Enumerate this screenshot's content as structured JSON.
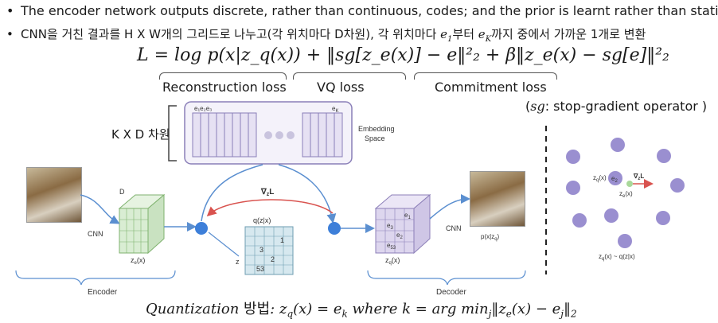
{
  "bullets": {
    "line1": "The encoder network outputs discrete, rather than continuous, codes; and the prior is learnt rather than static.",
    "line2_prefix": "CNN을 거친 결과를 H X W개의 그리드로 나누고(각 위치마다 D차원), 각 위치마다 ",
    "line2_e1": "e",
    "line2_e1_sub": "1",
    "line2_mid": "부터 ",
    "line2_ek": "e",
    "line2_ek_sub": "K",
    "line2_suffix": "까지 중에서 가까운 1개로 변환"
  },
  "formula": {
    "text": "L = log p(x|z_q(x)) + ‖sg[z_e(x)] − e‖²₂ + β‖z_e(x) − sg[e]‖²₂"
  },
  "loss_labels": {
    "reconstruction": "Reconstruction loss",
    "vq": "VQ loss",
    "commitment": "Commitment loss"
  },
  "sg_note": {
    "symbol": "sg",
    "text": ": stop-gradient operator )",
    "open": "("
  },
  "kxd_label": "K X D 차원",
  "diagram": {
    "embedding_space": [
      "Embedding",
      "Space"
    ],
    "e_first": "e₁e₂e₃",
    "e_last": "e",
    "e_last_sub": "K",
    "d_label": "D",
    "cnn_left": "CNN",
    "cnn_right": "CNN",
    "ze_label": "z",
    "ze_sub": "e",
    "ze_suffix": "(x)",
    "zq_label": "z",
    "zq_sub": "q",
    "zq_suffix": "(x)",
    "grad_label": "∇",
    "grad_sub": "z",
    "grad_suffix": "L",
    "qzx": "q(z|x)",
    "grid_values": [
      "1",
      "3",
      "2",
      "53"
    ],
    "z_label": "z",
    "px_label": "p(x|z",
    "px_sub": "q",
    "px_suffix": ")",
    "decoder_cells": [
      "e",
      "e",
      "e",
      "e"
    ],
    "decoder_subs": [
      "1",
      "3",
      "2",
      "53"
    ],
    "encoder": "Encoder",
    "decoder": "Decoder"
  },
  "right_panel": {
    "zq_x": "z",
    "zq_sub": "q",
    "zq_suffix": "(x)",
    "e2": "e",
    "e2_sub": "2",
    "grad": "∇",
    "grad_sub": "z",
    "grad_suffix": "L",
    "ze": "z",
    "ze_sub": "e",
    "ze_suffix": "(x)",
    "bottom": "z",
    "bottom_sub": "q",
    "bottom_suffix": "(x) ~ q(z|x)"
  },
  "quantization": {
    "label": "Quantization",
    "korean": " 방법",
    "rest": ": z",
    "zq_sub": "q",
    "eq": "(x) = e",
    "ek_sub": "k",
    "where": " where k = arg min",
    "min_sub": "j",
    "norm": "‖z",
    "ze_sub": "e",
    "tail": "(x) − e",
    "ej_sub": "j",
    "end": "‖",
    "end_sub": "2"
  },
  "colors": {
    "embedding_fill": "#e6e1f3",
    "embedding_stroke": "#8a7fb8",
    "encoder_fill": "#d9edd3",
    "encoder_stroke": "#7fb26f",
    "grid_fill": "#d6e8ef",
    "grid_stroke": "#6e9db1",
    "decoder_fill": "#ddd6ee",
    "decoder_stroke": "#8c7fb8",
    "node_blue": "#3d7fd9",
    "red_arrow": "#d9534f",
    "dot_purple": "#9a8fd0",
    "dot_green": "#a9d89a"
  }
}
